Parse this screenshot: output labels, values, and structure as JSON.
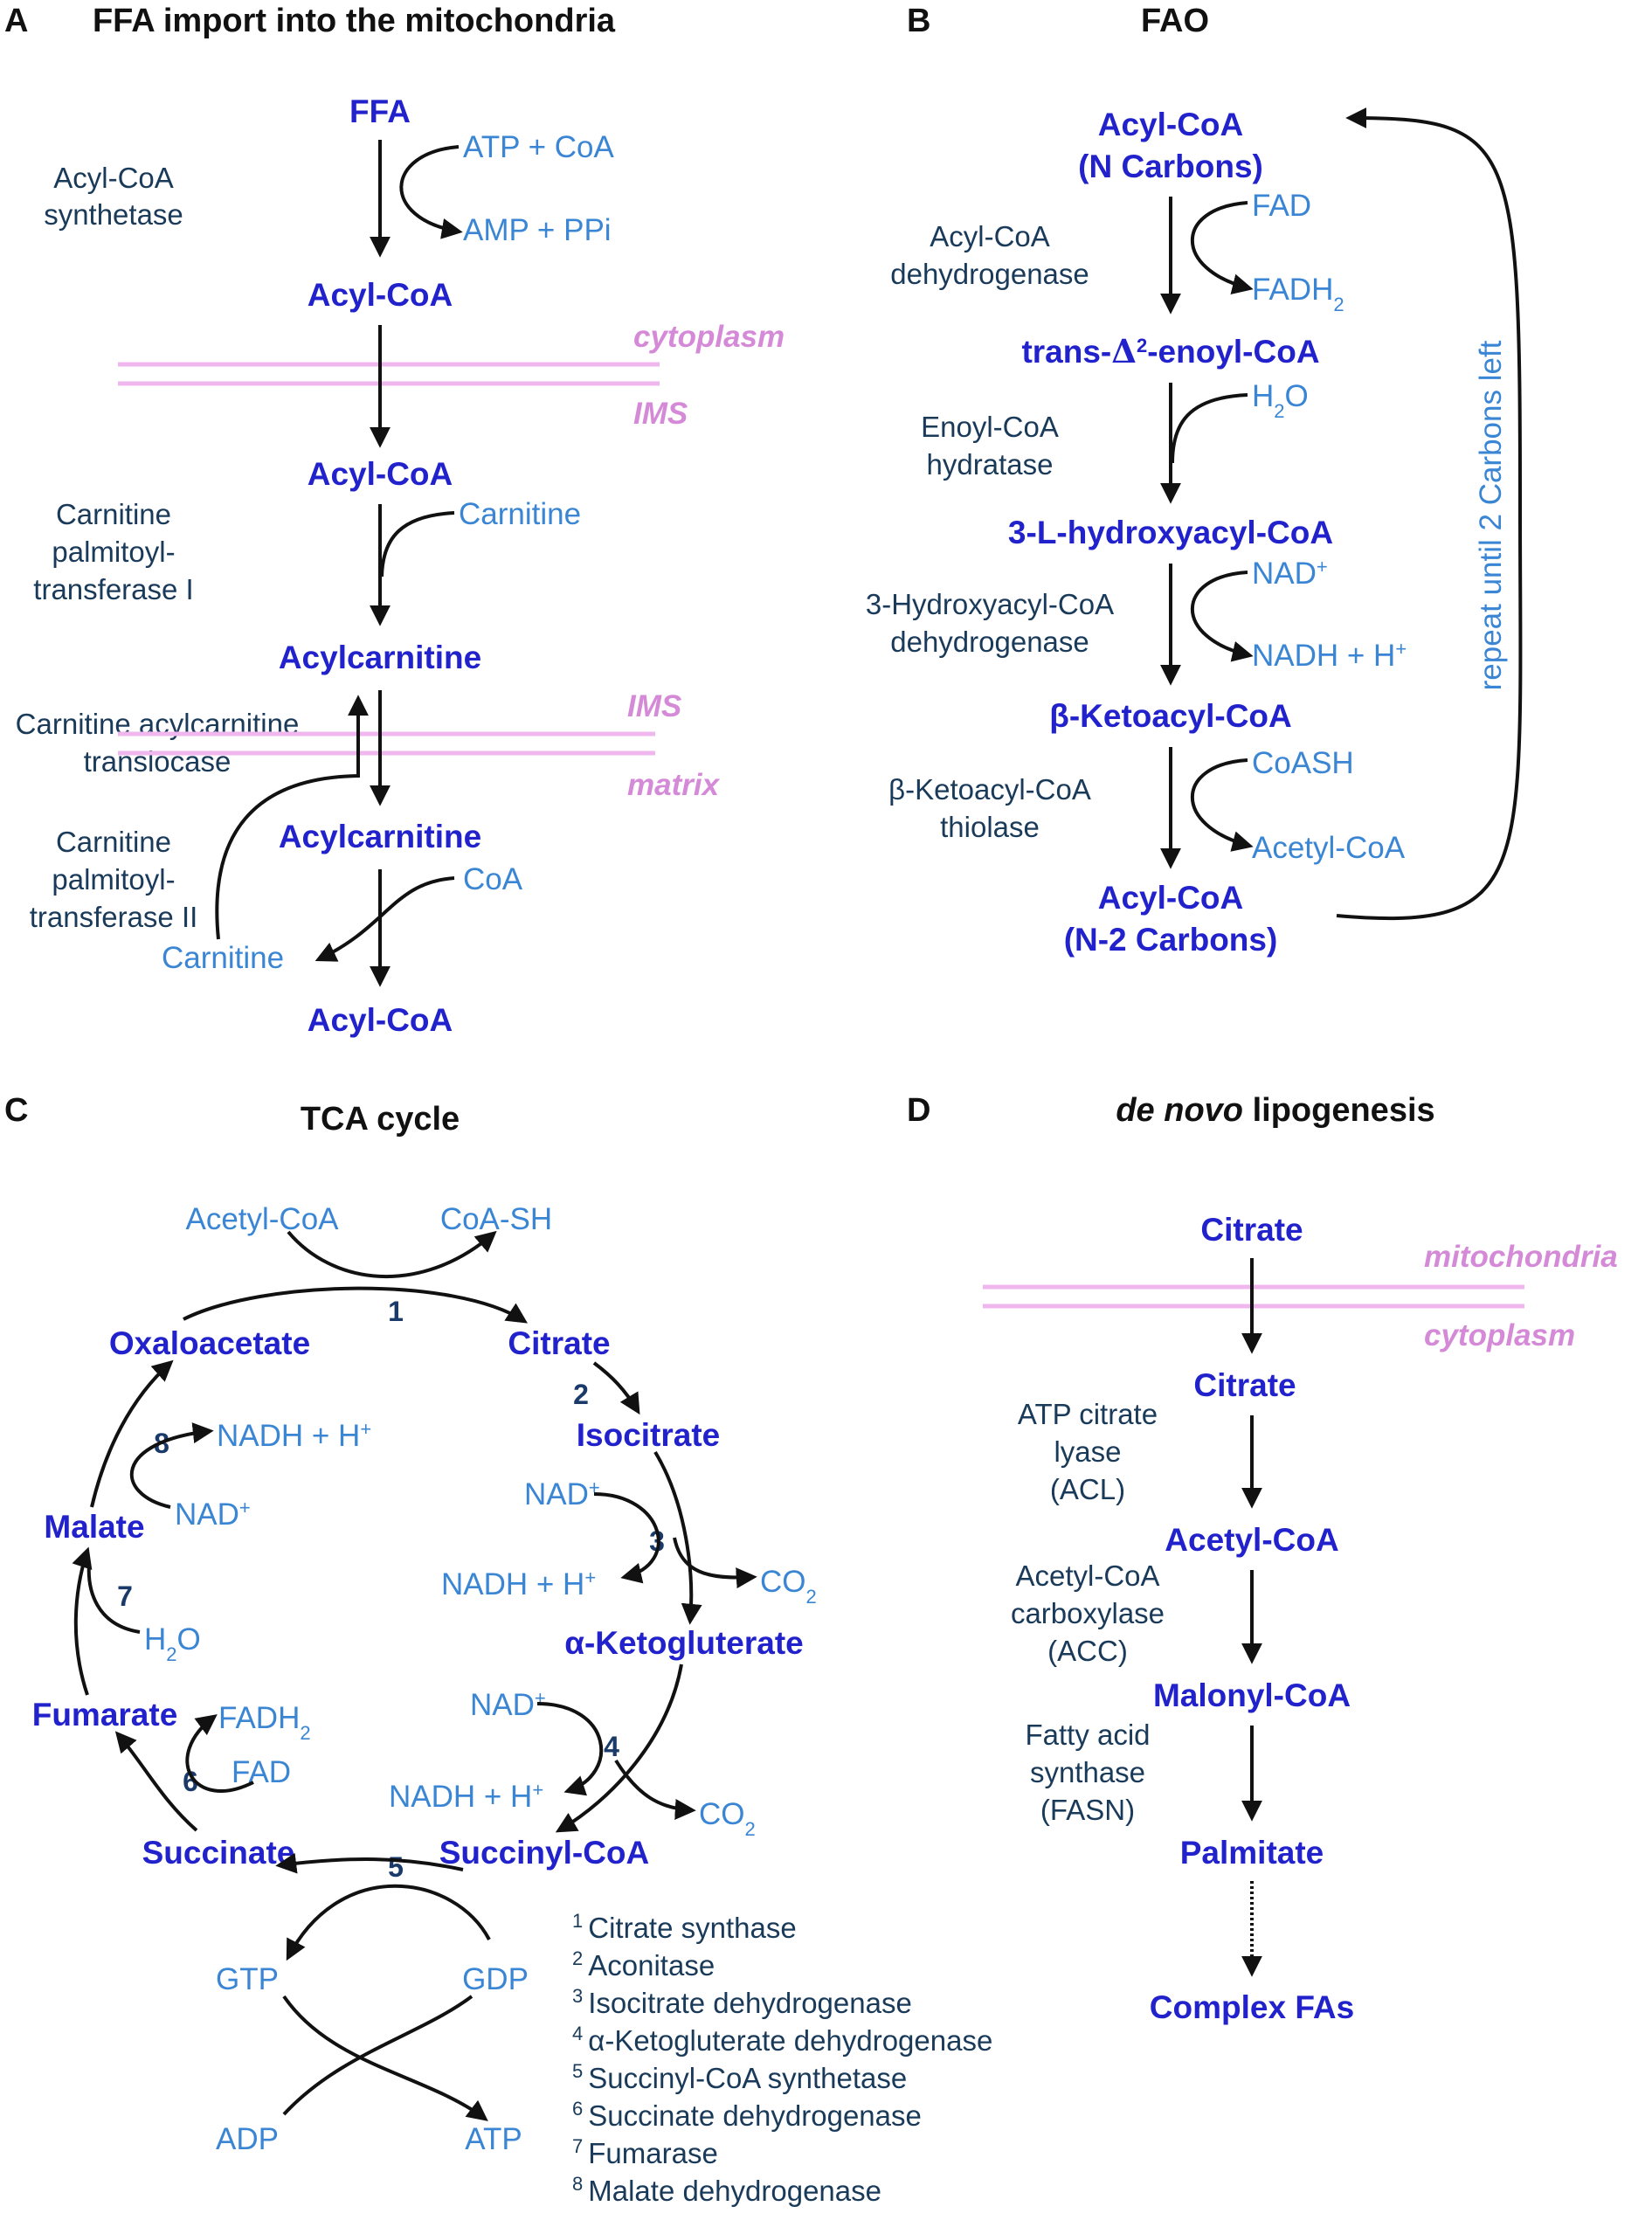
{
  "panels": {
    "a": {
      "letter": "A",
      "title": "FFA import into the mitochondria",
      "metabolites": [
        "FFA",
        "Acyl-CoA",
        "Acyl-CoA",
        "Acylcarnitine",
        "Acylcarnitine",
        "Acyl-CoA"
      ],
      "cofactors": {
        "atp_coa": "ATP + CoA",
        "amp_ppi": "AMP + PPi",
        "carnitine_in": "Carnitine",
        "coa": "CoA",
        "carnitine_out": "Carnitine"
      },
      "enzymes": {
        "acyl_coa_synthetase": [
          "Acyl-CoA",
          "synthetase"
        ],
        "cpt1": [
          "Carnitine",
          "palmitoyl-",
          "transferase I"
        ],
        "translocase": [
          "Carnitine acylcarnitine",
          "translocase"
        ],
        "cpt2": [
          "Carnitine",
          "palmitoyl-",
          "transferase II"
        ]
      },
      "membranes": {
        "outer_top": "cytoplasm",
        "outer_bottom": "IMS",
        "inner_top": "IMS",
        "inner_bottom": "matrix"
      }
    },
    "b": {
      "letter": "B",
      "title": "FAO",
      "metabolites": {
        "acyl_n_1": "Acyl-CoA",
        "acyl_n_2": "(N Carbons)",
        "enoyl_prefix": "trans-",
        "enoyl_delta": "Δ",
        "enoyl_sup": "2",
        "enoyl_suffix": "-enoyl-CoA",
        "hydroxy": "3-L-hydroxyacyl-CoA",
        "keto": "β-Ketoacyl-CoA",
        "acyl_n2_1": "Acyl-CoA",
        "acyl_n2_2": "(N-2 Carbons)"
      },
      "cofactors": {
        "fad": "FAD",
        "fadh2": "FADH",
        "fadh2_sub": "2",
        "h2o": "H",
        "h2o_sub": "2",
        "h2o_o": "O",
        "nad": "NAD",
        "nad_sup": "+",
        "nadh": "NADH + H",
        "nadh_sup": "+",
        "coash": "CoASH",
        "acetyl_coa": "Acetyl-CoA"
      },
      "enzymes": {
        "dehydrogenase": [
          "Acyl-CoA",
          "dehydrogenase"
        ],
        "hydratase": [
          "Enoyl-CoA",
          "hydratase"
        ],
        "hydroxy_dh": [
          "3-Hydroxyacyl-CoA",
          "dehydrogenase"
        ],
        "thiolase": [
          "β-Ketoacyl-CoA",
          "thiolase"
        ]
      },
      "repeat_label": "repeat until 2 Carbons left"
    },
    "c": {
      "letter": "C",
      "title": "TCA cycle",
      "metabolites": {
        "oxaloacetate": "Oxaloacetate",
        "citrate": "Citrate",
        "isocitrate": "Isocitrate",
        "akg": "α-Ketogluterate",
        "succinyl_coa": "Succinyl-CoA",
        "succinate": "Succinate",
        "fumarate": "Fumarate",
        "malate": "Malate"
      },
      "cofactors": {
        "acetyl_coa": "Acetyl-CoA",
        "coa_sh": "CoA-SH",
        "nad": "NAD",
        "plus": "+",
        "nadh": "NADH + H",
        "co2": "CO",
        "two": "2",
        "fadh2": "FADH",
        "fad": "FAD",
        "h2o_h": "H",
        "h2o_o": "O",
        "gtp": "GTP",
        "gdp": "GDP",
        "adp": "ADP",
        "atp": "ATP"
      },
      "steps": [
        "1",
        "2",
        "3",
        "4",
        "5",
        "6",
        "7",
        "8"
      ],
      "enzyme_legend": [
        {
          "num": "1",
          "name": "Citrate synthase"
        },
        {
          "num": "2",
          "name": "Aconitase"
        },
        {
          "num": "3",
          "name": "Isocitrate dehydrogenase"
        },
        {
          "num": "4",
          "name": "α-Ketogluterate dehydrogenase"
        },
        {
          "num": "5",
          "name": "Succinyl-CoA synthetase"
        },
        {
          "num": "6",
          "name": "Succinate dehydrogenase"
        },
        {
          "num": "7",
          "name": "Fumarase"
        },
        {
          "num": "8",
          "name": "Malate dehydrogenase"
        }
      ]
    },
    "d": {
      "letter": "D",
      "title_italic": "de novo",
      "title_rest": " lipogenesis",
      "metabolites": [
        "Citrate",
        "Citrate",
        "Acetyl-CoA",
        "Malonyl-CoA",
        "Palmitate",
        "Complex FAs"
      ],
      "membranes": {
        "top": "mitochondria",
        "bottom": "cytoplasm"
      },
      "enzymes": {
        "acl": [
          "ATP citrate",
          "lyase",
          "(ACL)"
        ],
        "acc": [
          "Acetyl-CoA",
          "carboxylase",
          "(ACC)"
        ],
        "fasn": [
          "Fatty acid",
          "synthase",
          "(FASN)"
        ]
      }
    }
  }
}
